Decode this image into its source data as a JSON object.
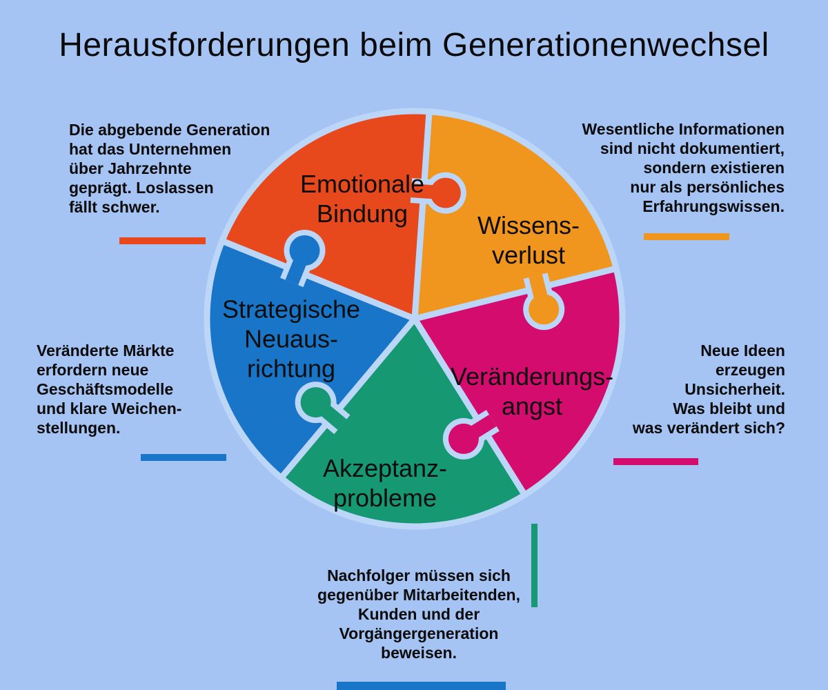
{
  "title": "Herausforderungen beim Generationenwechsel",
  "colors": {
    "background": "#A5C3F3",
    "gap": "#BCD6F8",
    "emotionale_bindung": "#E8491C",
    "wissensverlust": "#F0951E",
    "veraenderungsangst": "#D40C6E",
    "akzeptanzprobleme": "#169873",
    "strategische_neuausrichtung": "#1875C8"
  },
  "puzzle": {
    "segments": [
      {
        "name": "Emotionale Bindung",
        "lines": [
          "Emotionale",
          "Bindung"
        ],
        "color": "#E8491C"
      },
      {
        "name": "Wissensverlust",
        "lines": [
          "Wissens-",
          "verlust"
        ],
        "color": "#F0951E"
      },
      {
        "name": "Veränderungsangst",
        "lines": [
          "Veränderungs-",
          "angst"
        ],
        "color": "#D40C6E"
      },
      {
        "name": "Akzeptanzprobleme",
        "lines": [
          "Akzeptanz-",
          "probleme"
        ],
        "color": "#169873"
      },
      {
        "name": "Strategische Neuausrichtung",
        "lines": [
          "Strategische",
          "Neuaus-",
          "richtung"
        ],
        "color": "#1875C8"
      }
    ]
  },
  "annotations": [
    {
      "for": "Emotionale Bindung",
      "lines": [
        "Die abgebende Generation",
        "hat das Unternehmen",
        "über Jahrzehnte",
        "geprägt. Loslassen",
        "fällt schwer."
      ]
    },
    {
      "for": "Wissensverlust",
      "lines": [
        "Wesentliche Informationen",
        "sind nicht dokumentiert,",
        "sondern existieren",
        "nur als persönliches",
        "Erfahrungswissen."
      ]
    },
    {
      "for": "Strategische Neuausrichtung",
      "lines": [
        "Veränderte Märkte",
        "erfordern neue",
        "Geschäftsmodelle",
        "und klare Weichen-",
        "stellungen."
      ]
    },
    {
      "for": "Veränderungsangst",
      "lines": [
        "Neue Ideen",
        "erzeugen",
        "Unsicherheit.",
        "Was bleibt und",
        "was verändert sich?"
      ]
    },
    {
      "for": "Akzeptanzprobleme",
      "lines": [
        "Nachfolger müssen sich",
        "gegenüber Mitarbeitenden,",
        "Kunden und der",
        "Vorgängergeneration",
        "beweisen."
      ]
    }
  ]
}
